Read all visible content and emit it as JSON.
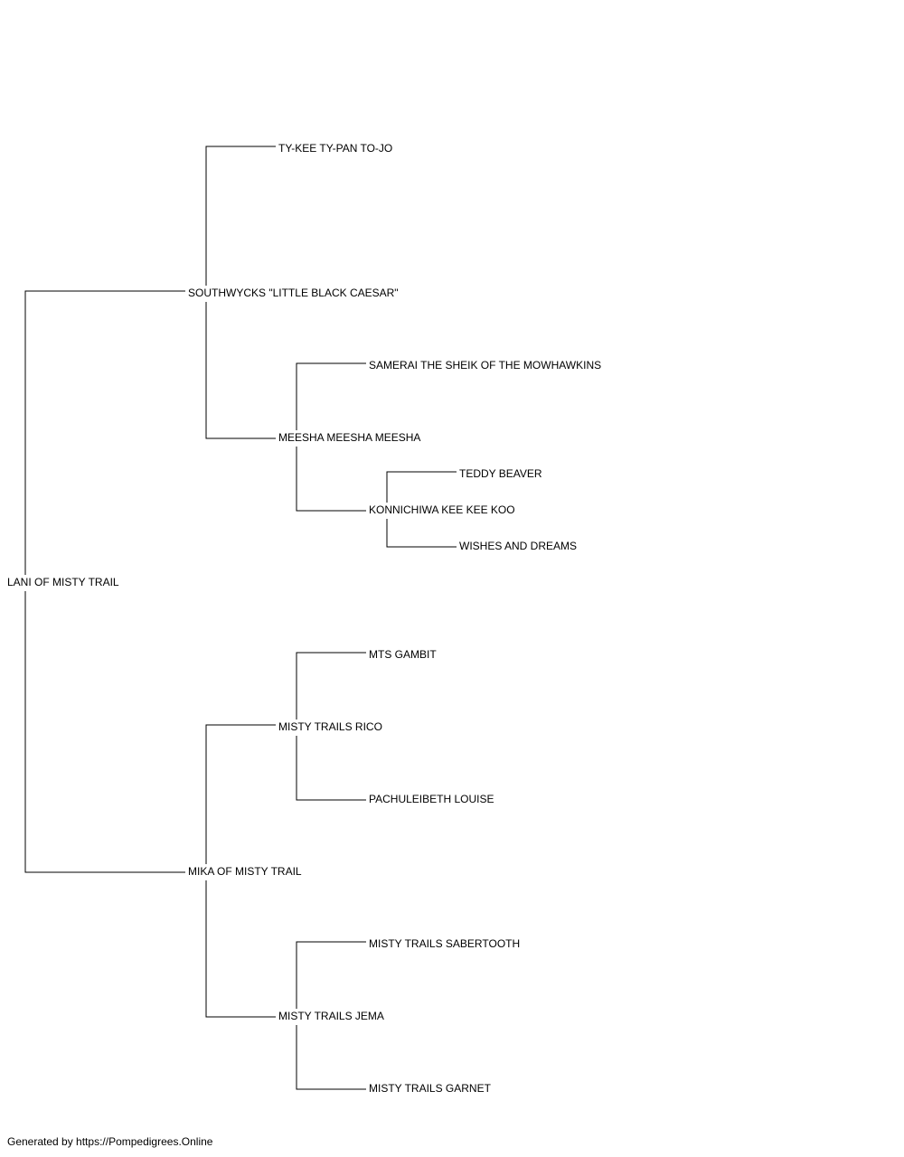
{
  "pedigree": {
    "subject": "LANI OF MISTY TRAIL",
    "sire": "SOUTHWYCKS \"LITTLE BLACK CAESAR\"",
    "sire_sire": "TY-KEE TY-PAN TO-JO",
    "sire_dam": "MEESHA MEESHA MEESHA",
    "sire_dam_sire": "SAMERAI THE SHEIK OF THE MOWHAWKINS",
    "sire_dam_dam": "KONNICHIWA KEE KEE KOO",
    "sire_dam_dam_sire": "TEDDY BEAVER",
    "sire_dam_dam_dam": "WISHES AND DREAMS",
    "dam": "MIKA OF MISTY TRAIL",
    "dam_sire": "MISTY TRAILS RICO",
    "dam_sire_sire": "MTS GAMBIT",
    "dam_sire_dam": "PACHULEIBETH LOUISE",
    "dam_dam": "MISTY TRAILS JEMA",
    "dam_dam_sire": "MISTY TRAILS SABERTOOTH",
    "dam_dam_dam": "MISTY TRAILS GARNET"
  },
  "footer": {
    "text": "Generated by https://Pompedigrees.Online"
  }
}
